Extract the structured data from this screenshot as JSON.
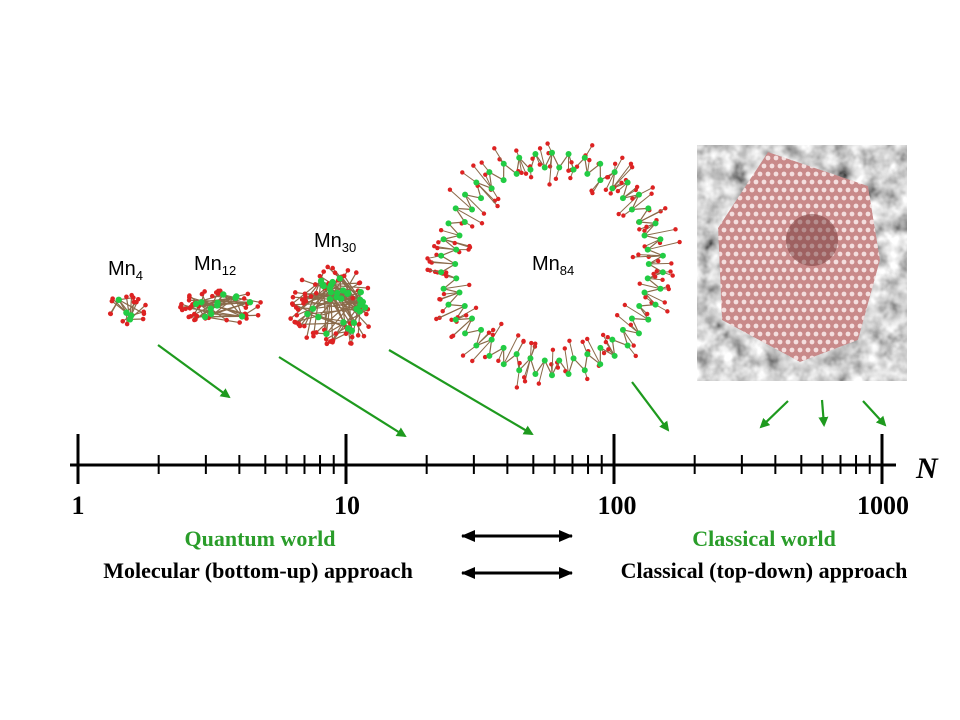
{
  "molecules": [
    {
      "base": "Mn",
      "sub": "4"
    },
    {
      "base": "Mn",
      "sub": "12"
    },
    {
      "base": "Mn",
      "sub": "30"
    },
    {
      "base": "Mn",
      "sub": "84"
    }
  ],
  "axis": {
    "variable": "N",
    "scale": "log",
    "range": [
      1,
      1000
    ],
    "tick_labels": [
      "1",
      "10",
      "100",
      "1000"
    ]
  },
  "worlds": {
    "quantum": "Quantum world",
    "classical": "Classical world"
  },
  "approaches": {
    "molecular": "Molecular (bottom-up) approach",
    "classical": "Classical (top-down) approach"
  },
  "colors": {
    "world_labels": "#2a9d2a",
    "arrows": "#1e9a1e",
    "atom_mn": "#22cc44",
    "atom_o": "#dd2222",
    "nanoparticle_tint": "#e8a8a8"
  }
}
